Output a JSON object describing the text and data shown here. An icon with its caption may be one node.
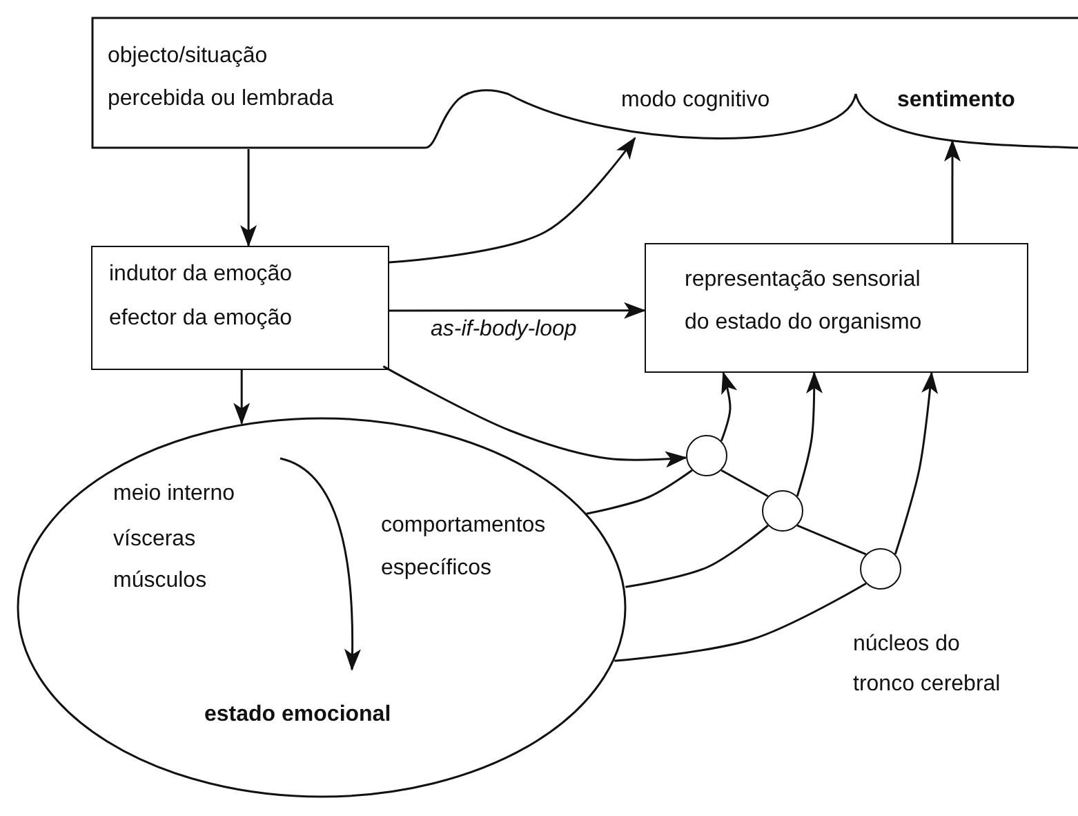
{
  "diagram": {
    "nodes": [
      {
        "text": [
          "objecto/situação percebida ou lembrada"
        ]
      },
      {
        "text": [
          "modo cognitivo"
        ],
        "in": 0
      },
      {
        "text": [
          "sentimento"
        ],
        "in": 0
      },
      {
        "text": [
          "indutor da emoção",
          "efector da emoção"
        ]
      },
      {
        "text": [
          "representação sensorial do estado do organismo"
        ]
      },
      {
        "text": [
          "meio interno",
          "vísceras",
          "músculos",
          "comportamentos específicos",
          "estado emocional"
        ]
      },
      {
        "text": [],
        "shape": "circle"
      },
      {
        "text": [],
        "shape": "circle"
      },
      {
        "text": [],
        "shape": "circle"
      }
    ],
    "edges": [
      {
        "from": 0,
        "to": 3,
        "arrow": "to"
      },
      {
        "from": 3,
        "to": 1,
        "arrow": "to"
      },
      {
        "from": 4,
        "to": 2,
        "arrow": "to"
      },
      {
        "from": 3,
        "to": 4,
        "label": "as-if-body-loop",
        "arrow": "to"
      },
      {
        "from": 3,
        "to": 6,
        "arrow": "to"
      },
      {
        "from": 3,
        "to": 5,
        "arrow": "to"
      },
      {
        "from": 5,
        "to": 6,
        "arrow": "none"
      },
      {
        "from": 6,
        "to": 4,
        "arrow": "to"
      },
      {
        "from": 5,
        "to": 7,
        "arrow": "none"
      },
      {
        "from": 7,
        "to": 4,
        "arrow": "to"
      },
      {
        "from": 5,
        "to": 8,
        "arrow": "none"
      },
      {
        "from": 8,
        "to": 4,
        "arrow": "to"
      },
      {
        "from": 6,
        "to": 7,
        "arrow": "none"
      },
      {
        "from": 7,
        "to": 8,
        "arrow": "none"
      }
    ],
    "labels": [
      "núcleos do tronco cerebral"
    ]
  }
}
